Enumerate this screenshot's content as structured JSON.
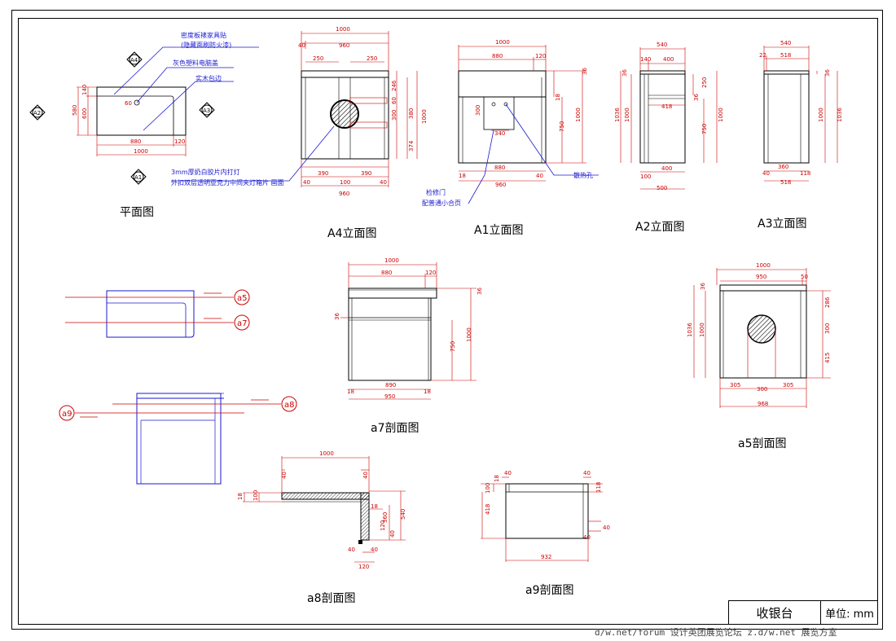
{
  "title_block": {
    "name": "收银台",
    "unit": "单位: mm"
  },
  "watermark": "d/w.net/forum 设计英团展览论坛   z.d/w.net 展览方室",
  "views": {
    "plan": "平面图",
    "a4": "A4立面图",
    "a1": "A1立面图",
    "a2": "A2立面图",
    "a3": "A3立面图",
    "a7": "a7剖面图",
    "a5": "a5剖面图",
    "a8": "a8剖面图",
    "a9": "a9剖面图"
  },
  "notes": {
    "plan_1": "密度板裱家具贴",
    "plan_2": "(隐藏面刷防火漆)",
    "plan_3": "灰色塑料电脑盖",
    "plan_4": "实木包边",
    "a4_1": "3mm厚奶白胶片内打灯",
    "a4_2": "外扣双层透明亚克力中间夹灯箱片 画面",
    "a1_door": "检修门",
    "a1_hinge": "配普通小合页",
    "a1_vent": "散热孔"
  },
  "markers": {
    "a4": "A4",
    "a2": "A2",
    "a3": "A3",
    "a1": "A1",
    "s_a5": "a5",
    "s_a7": "a7",
    "s_a8": "a8",
    "s_a9": "a9"
  },
  "dims": {
    "plan": {
      "top1": "140",
      "left_580": "580",
      "left_600": "600",
      "w880": "880",
      "w120": "120",
      "w1000": "1000",
      "d60": "60"
    },
    "a4": {
      "top": "1000",
      "t40": "40",
      "t960": "960",
      "t250a": "250",
      "t250b": "250",
      "r246": "246",
      "r60": "60",
      "r300": "300",
      "r380": "380",
      "r1000": "1000",
      "r374": "374",
      "b390a": "390",
      "b390b": "390",
      "b40a": "40",
      "b100": "100",
      "b40b": "40",
      "b960": "960"
    },
    "a1": {
      "top": "1000",
      "t880": "880",
      "t120": "120",
      "r36": "36",
      "r18": "18",
      "r750": "750",
      "r1000": "1000",
      "d300": "300",
      "d340": "340",
      "b18": "18",
      "b880": "880",
      "b40": "40",
      "b960": "960"
    },
    "a2": {
      "top": "540",
      "t140": "140",
      "t400": "400",
      "l1036": "1036",
      "l1000": "1000",
      "r250": "250",
      "r36": "36",
      "r750": "750",
      "r1000": "1000",
      "m418": "418",
      "b400": "400",
      "b100": "100",
      "b500": "500",
      "t36": "36"
    },
    "a3": {
      "top": "540",
      "t22": "22",
      "t518": "518",
      "r36": "36",
      "r1000": "1000",
      "r1036": "1036",
      "b40": "40",
      "b360": "360",
      "b118": "118",
      "b518": "518"
    },
    "a7": {
      "top": "1000",
      "t880": "880",
      "t120": "120",
      "r36": "36",
      "l36": "36",
      "r750": "750",
      "r1000": "1000",
      "b18a": "18",
      "b890": "890",
      "b18b": "18",
      "b950": "950"
    },
    "a5": {
      "top": "1000",
      "t950": "950",
      "t50": "50",
      "l36": "36",
      "l1036": "1036",
      "l1000": "1000",
      "r286": "286",
      "r300": "300",
      "r415": "415",
      "b305a": "305",
      "b300": "300",
      "b305b": "305",
      "b968": "968"
    },
    "a8": {
      "top": "1000",
      "t40a": "40",
      "t40b": "40",
      "l18": "18",
      "l100": "100",
      "r18": "18",
      "r360": "360",
      "r540": "540",
      "r120": "120",
      "r40": "40",
      "b40a": "40",
      "b40b": "40",
      "b120": "120"
    },
    "a9": {
      "t18": "18",
      "t40a": "40",
      "t40b": "40",
      "l100": "100",
      "l418": "418",
      "r118": "118",
      "r40": "40",
      "m40": "40",
      "b932": "932"
    }
  }
}
